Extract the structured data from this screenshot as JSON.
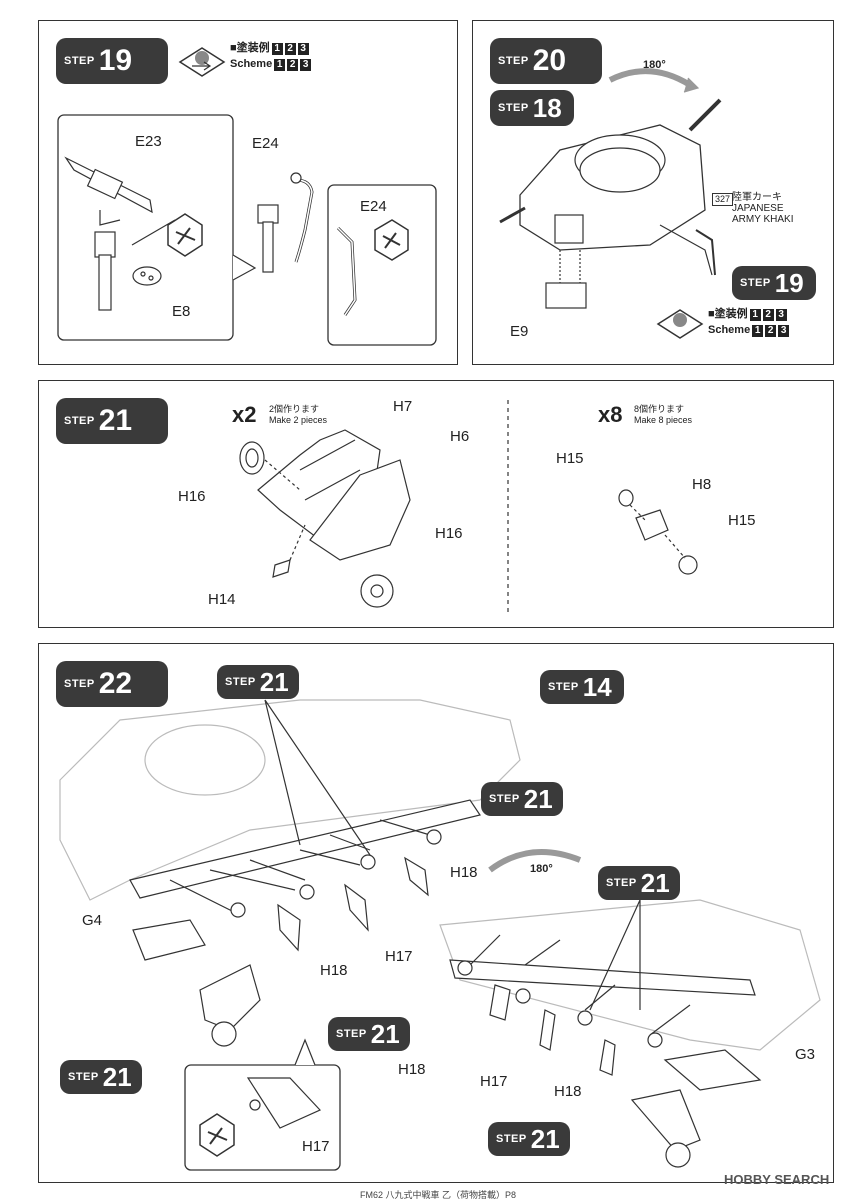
{
  "step19": {
    "word": "STEP",
    "num": "19",
    "scheme_jp": "■塗装例",
    "scheme_en": "Scheme",
    "s1": "1",
    "s2": "2",
    "s3": "3",
    "parts": [
      "E23",
      "E24",
      "E24",
      "E8"
    ]
  },
  "step20": {
    "word": "STEP",
    "num": "20",
    "rotate": "180°",
    "ref18": "18",
    "ref19": "19",
    "part": "E9",
    "paint_code": "327",
    "paint_jp": "陸軍カーキ",
    "paint_en1": "JAPANESE",
    "paint_en2": "ARMY KHAKI",
    "scheme_jp": "■塗装例",
    "scheme_en": "Scheme",
    "s1": "1",
    "s2": "2",
    "s3": "3"
  },
  "step21": {
    "word": "STEP",
    "num": "21",
    "mult_a": "x2",
    "note_a_jp": "2個作ります",
    "note_a_en": "Make 2 pieces",
    "mult_b": "x8",
    "note_b_jp": "8個作ります",
    "note_b_en": "Make 8 pieces",
    "parts": {
      "h7": "H7",
      "h6": "H6",
      "h16a": "H16",
      "h16b": "H16",
      "h14": "H14",
      "h15a": "H15",
      "h8": "H8",
      "h15b": "H15"
    }
  },
  "step22": {
    "word": "STEP",
    "num": "22",
    "refs": {
      "r21a": "21",
      "r14": "14",
      "r21b": "21",
      "r21c": "21",
      "r21d": "21",
      "r21e": "21",
      "r21f": "21"
    },
    "rotate": "180°",
    "parts": {
      "h18a": "H18",
      "h17a": "H17",
      "h18b": "H18",
      "g4": "G4",
      "h18c": "H18",
      "h17b": "H17",
      "h18d": "H18",
      "g3": "G3",
      "h17c": "H17"
    }
  },
  "footer": {
    "text": "FM62 八九式中戦車 乙（荷物搭載）P8",
    "watermark": "HOBBY SEARCH"
  }
}
